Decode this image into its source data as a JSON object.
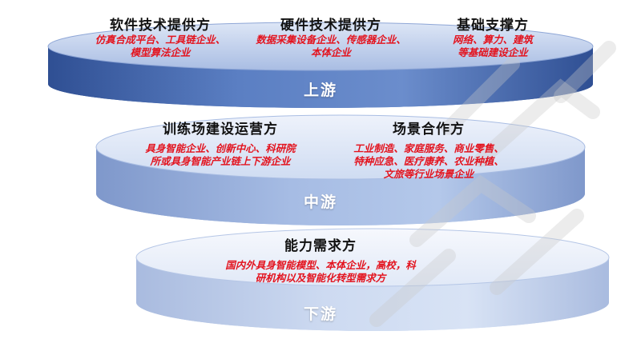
{
  "upstream": {
    "tier": "上游",
    "groups": [
      {
        "title": "软件技术提供方",
        "detail": [
          "仿真合成平台、工具链企业、",
          "模型算法企业"
        ]
      },
      {
        "title": "硬件技术提供方",
        "detail": [
          "数据采集设备企业、传感器企业、",
          "本体企业"
        ]
      },
      {
        "title": "基础支撑方",
        "detail": [
          "网络、算力、建筑",
          "等基础建设企业"
        ]
      }
    ]
  },
  "midstream": {
    "tier": "中游",
    "groups": [
      {
        "title": "训练场建设运营方",
        "detail": [
          "具身智能企业、创新中心、科研院",
          "所或具身智能产业链上下游企业"
        ]
      },
      {
        "title": "场景合作方",
        "detail": [
          "工业制造、家庭服务、商业零售、",
          "特种应急、医疗康养、农业种植、",
          "文旅等行业场景企业"
        ]
      }
    ]
  },
  "downstream": {
    "tier": "下游",
    "groups": [
      {
        "title": "能力需求方",
        "detail": [
          "国内外具身智能模型、本体企业，高校，科",
          "研机构以及智能化转型需求方"
        ]
      }
    ]
  },
  "colors": {
    "upstream": "#5b7fc3",
    "midstream": "#9fb6e0",
    "downstream": "#c7d6ef",
    "detail_text": "#e3141f"
  }
}
